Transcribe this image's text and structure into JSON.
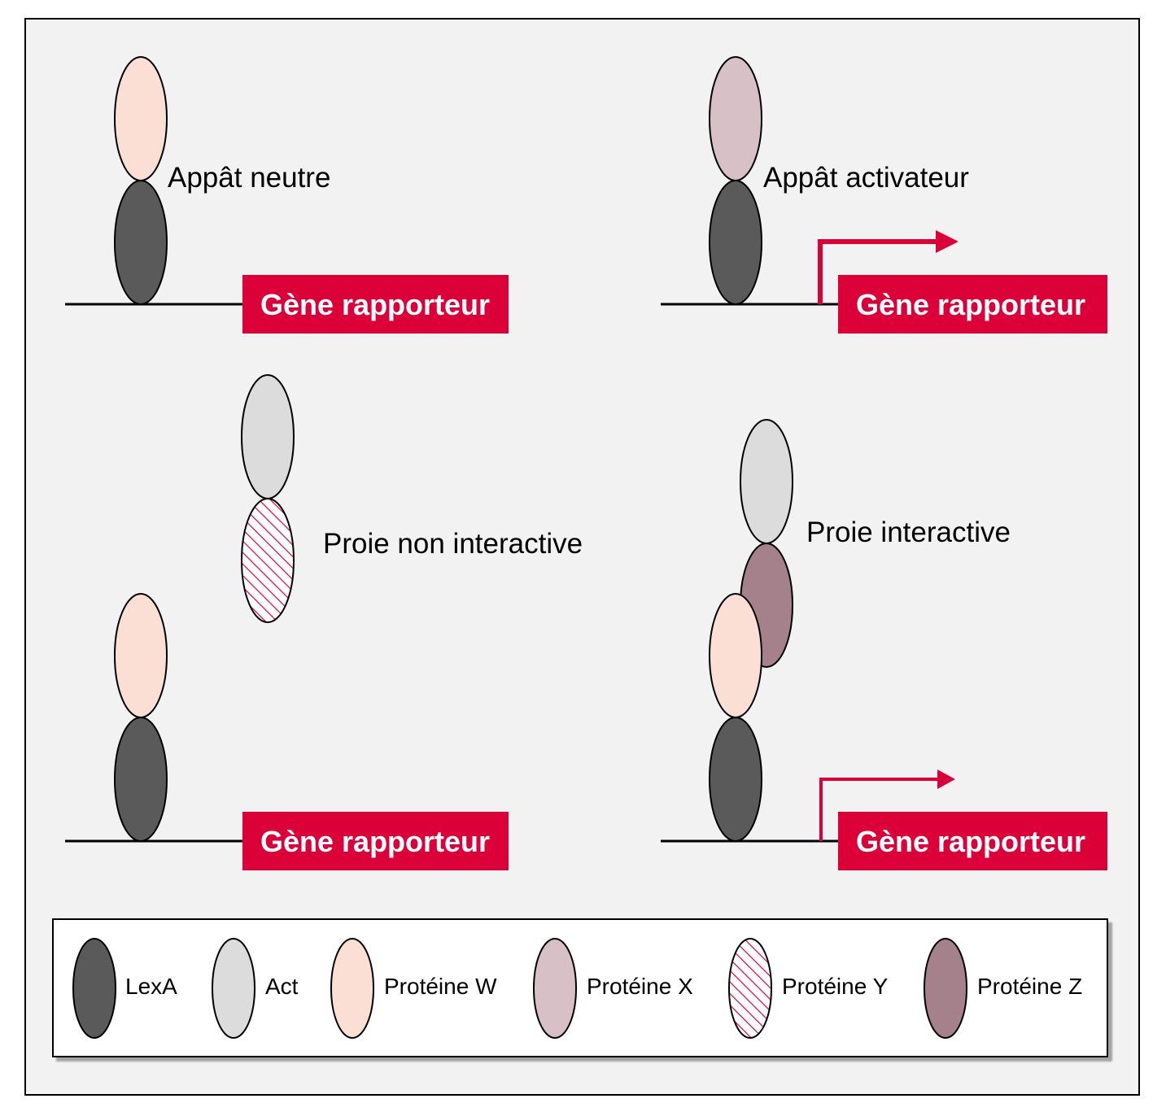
{
  "colors": {
    "background": "#f2f2f2",
    "frame": "#000000",
    "gene_box": "#dc0038",
    "arrow": "#dc0038",
    "lexa": "#5a5a5a",
    "act": "#dcdcdc",
    "protein_w": "#fcdfd4",
    "protein_x": "#d7c1c7",
    "protein_y_hatch": "#dc0038",
    "protein_z": "#a5828b"
  },
  "panels": {
    "top_left": {
      "label": "Appât neutre",
      "gene": "Gène rapporteur"
    },
    "top_right": {
      "label": "Appât activateur",
      "gene": "Gène rapporteur"
    },
    "bottom_left": {
      "label": "Proie non interactive",
      "gene": "Gène rapporteur"
    },
    "bottom_right": {
      "label": "Proie interactive",
      "gene": "Gène rapporteur"
    }
  },
  "legend": [
    {
      "name": "LexA",
      "color": "#5a5a5a"
    },
    {
      "name": "Act",
      "color": "#dcdcdc"
    },
    {
      "name": "Protéine W",
      "color": "#fcdfd4"
    },
    {
      "name": "Protéine X",
      "color": "#d7c1c7"
    },
    {
      "name": "Protéine Y",
      "pattern": "hatch"
    },
    {
      "name": "Protéine Z",
      "color": "#a5828b"
    }
  ]
}
